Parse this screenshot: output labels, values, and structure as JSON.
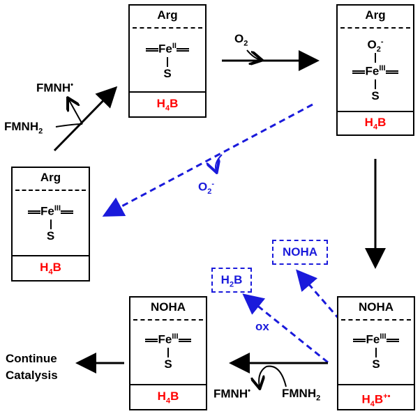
{
  "boxes": {
    "fe2_arg": {
      "top": "Arg",
      "fe": "Fe",
      "fe_ox": "II",
      "s": "S",
      "cof": "H",
      "cof_sub": "4",
      "cof_tail": "B"
    },
    "fe3_o2_arg": {
      "top": "Arg",
      "ligand": "O",
      "ligand_sub": "2",
      "ligand_sup": "-",
      "fe": "Fe",
      "fe_ox": "III",
      "s": "S",
      "cof": "H",
      "cof_sub": "4",
      "cof_tail": "B"
    },
    "fe3_arg": {
      "top": "Arg",
      "fe": "Fe",
      "fe_ox": "III",
      "s": "S",
      "cof": "H",
      "cof_sub": "4",
      "cof_tail": "B"
    },
    "fe3_noha": {
      "top": "NOHA",
      "fe": "Fe",
      "fe_ox": "III",
      "s": "S",
      "cof": "H",
      "cof_sub": "4",
      "cof_tail": "B"
    },
    "fe3_noha_radical": {
      "top": "NOHA",
      "fe": "Fe",
      "fe_ox": "III",
      "s": "S",
      "cof": "H",
      "cof_sub": "4",
      "cof_tail": "B",
      "cof_sup": "+•"
    }
  },
  "labels": {
    "fmnh_top": "FMNH",
    "fmnh_top_sup": "•",
    "fmnh2_left": "FMNH",
    "fmnh2_left_sub": "2",
    "o2_top": "O",
    "o2_top_sub": "2",
    "o2minus": "O",
    "o2minus_sub": "2",
    "o2minus_sup": "-",
    "noha_blue": "NOHA",
    "h2b_blue": "H",
    "h2b_blue_sub": "2",
    "h2b_blue_tail": "B",
    "ox": "ox",
    "continue": "Continue",
    "catalysis": "Catalysis",
    "fmnh_bottom": "FMNH",
    "fmnh_bottom_sup": "•",
    "fmnh2_bottom": "FMNH",
    "fmnh2_bottom_sub": "2"
  },
  "colors": {
    "black": "#000000",
    "red": "#ff0000",
    "blue": "#1a1adb"
  }
}
